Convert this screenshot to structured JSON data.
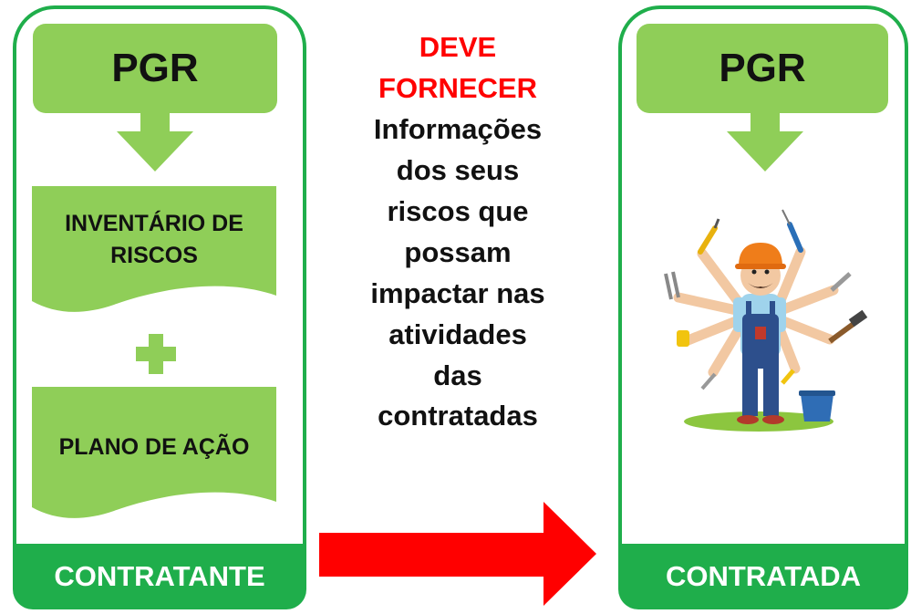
{
  "left": {
    "title": "PGR",
    "doc1": "INVENTÁRIO DE RISCOS",
    "doc2": "PLANO DE AÇÃO",
    "label": "CONTRATANTE"
  },
  "right": {
    "title": "PGR",
    "label": "CONTRATADA"
  },
  "center": {
    "line1": "DEVE",
    "line2": "FORNECER",
    "body_lines": [
      "Informações",
      "dos seus",
      "riscos que",
      "possam",
      "impactar nas",
      "atividades",
      "das",
      "contratadas"
    ]
  },
  "colors": {
    "frame_green": "#1fae4b",
    "box_green": "#8fce58",
    "arrow_red": "#ff0000"
  },
  "icons": {
    "illustration": "multi-armed-worker-with-tools",
    "connector": "plus-icon"
  }
}
